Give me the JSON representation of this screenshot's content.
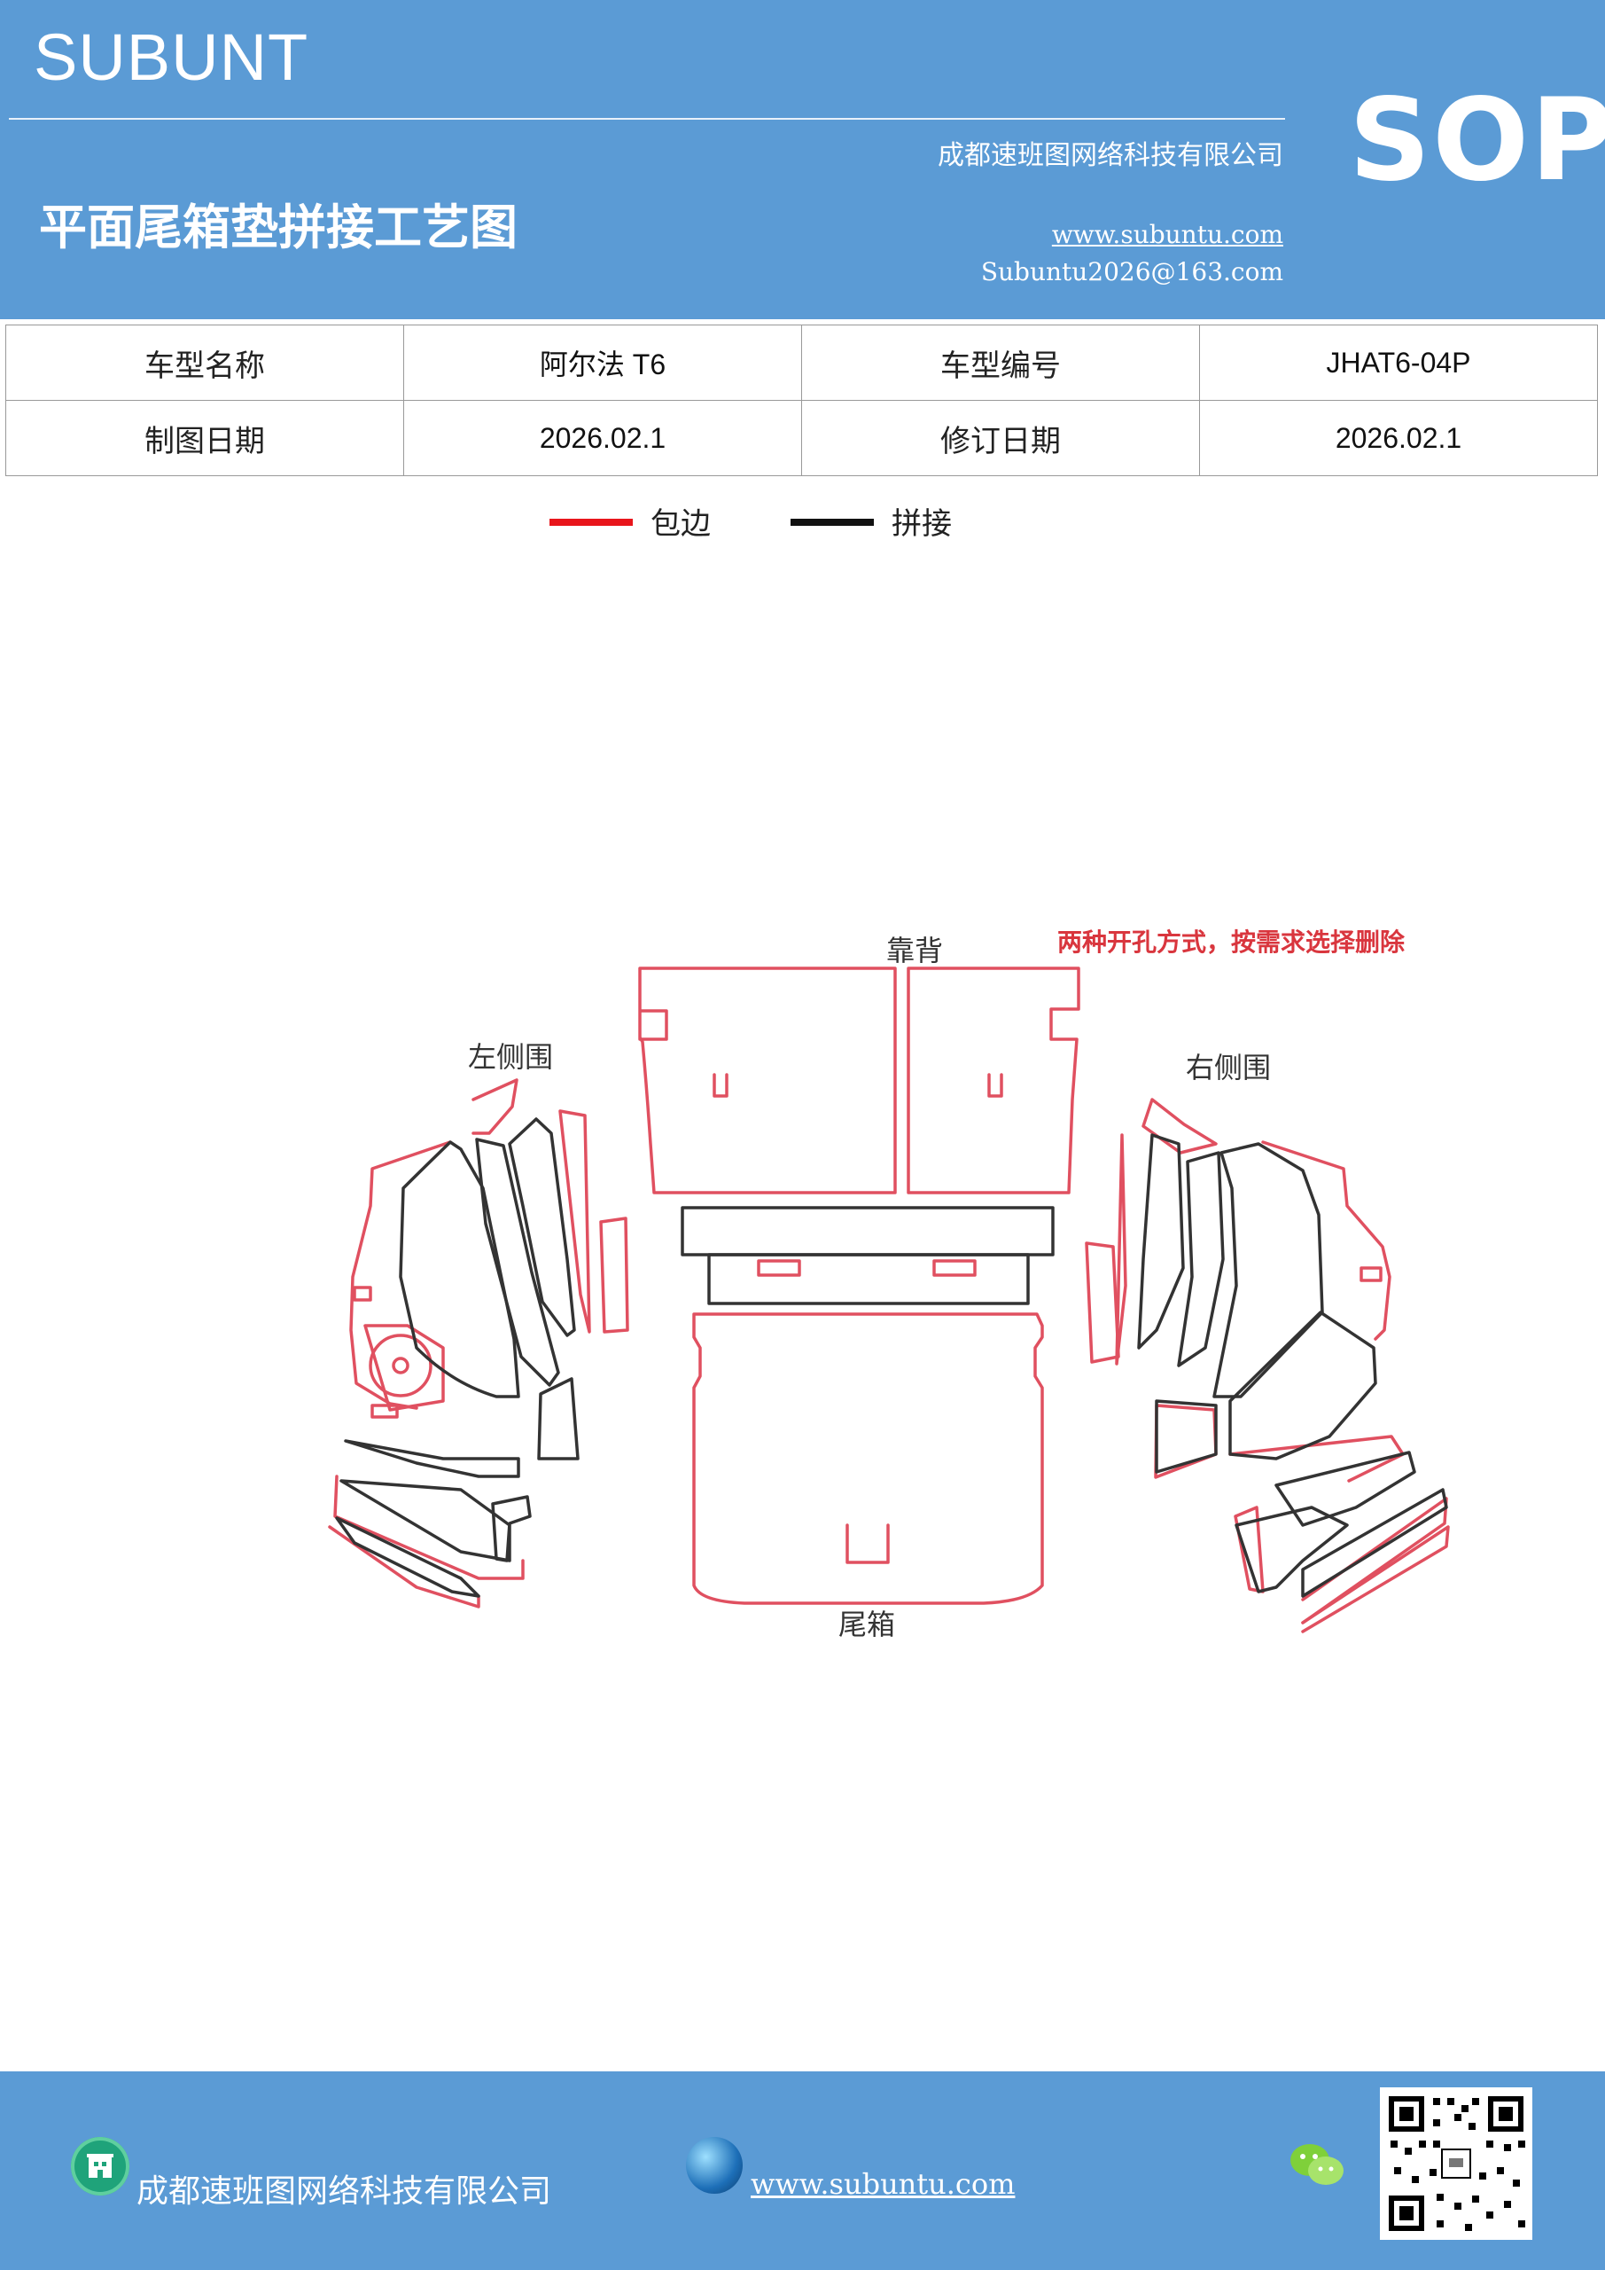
{
  "header": {
    "brand": "SUBUNT",
    "company": "成都速班图网络科技有限公司",
    "title": "平面尾箱垫拼接工艺图",
    "website": "www.subuntu.com",
    "email": "Subuntu2026@163.com",
    "badge": "SOP"
  },
  "info_table": {
    "rows": [
      [
        "车型名称",
        "阿尔法 T6",
        "车型编号",
        "JHAT6-04P"
      ],
      [
        "制图日期",
        "2026.02.1",
        "修订日期",
        "2026.02.1"
      ]
    ]
  },
  "legend": {
    "items": [
      {
        "label": "包边",
        "color": "#e8151b"
      },
      {
        "label": "拼接",
        "color": "#111111"
      }
    ]
  },
  "diagram": {
    "labels": {
      "backrest": "靠背",
      "note": "两种开孔方式，按需求选择删除",
      "left_side": "左侧围",
      "right_side": "右侧围",
      "trunk": "尾箱"
    },
    "colors": {
      "edge": "#e05060",
      "seam": "#333333",
      "note": "#d9363e"
    }
  },
  "footer": {
    "company": "成都速班图网络科技有限公司",
    "website": "www.subuntu.com",
    "qr_label": "QR code"
  }
}
